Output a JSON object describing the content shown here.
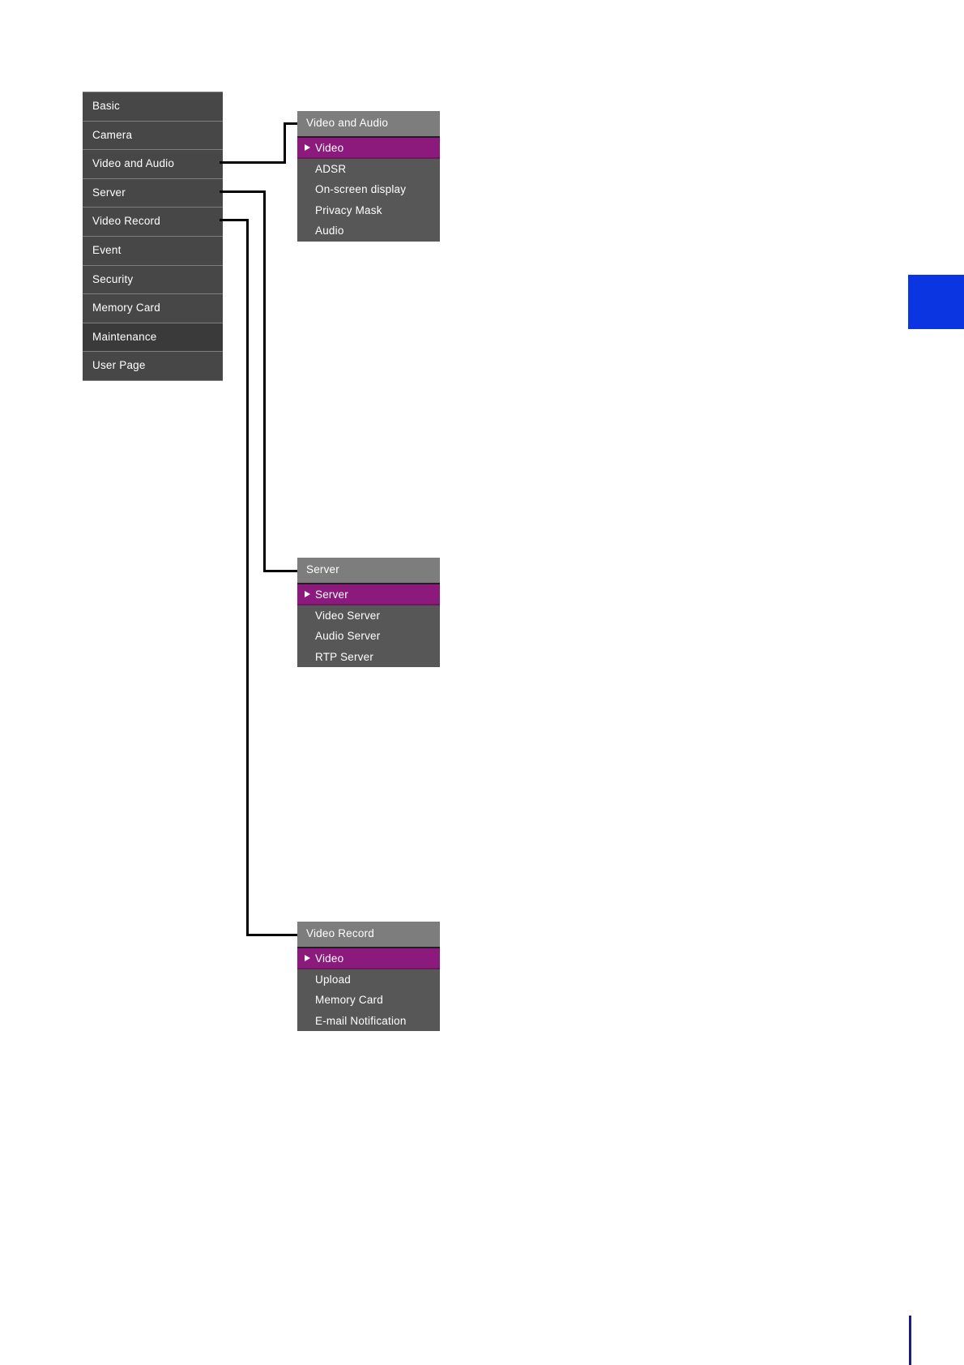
{
  "main_menu": {
    "items": [
      {
        "label": "Basic"
      },
      {
        "label": "Camera"
      },
      {
        "label": "Video and Audio"
      },
      {
        "label": "Server"
      },
      {
        "label": "Video Record"
      },
      {
        "label": "Event"
      },
      {
        "label": "Security"
      },
      {
        "label": "Memory Card"
      },
      {
        "label": "Maintenance"
      },
      {
        "label": "User Page"
      }
    ]
  },
  "panels": [
    {
      "title": "Video and Audio",
      "items": [
        {
          "label": "Video",
          "selected": true
        },
        {
          "label": "ADSR"
        },
        {
          "label": "On-screen display"
        },
        {
          "label": "Privacy Mask"
        },
        {
          "label": "Audio"
        }
      ]
    },
    {
      "title": "Server",
      "items": [
        {
          "label": "Server",
          "selected": true
        },
        {
          "label": "Video Server"
        },
        {
          "label": "Audio Server"
        },
        {
          "label": "RTP Server"
        }
      ]
    },
    {
      "title": "Video Record",
      "items": [
        {
          "label": "Video",
          "selected": true
        },
        {
          "label": "Upload"
        },
        {
          "label": "Memory Card"
        },
        {
          "label": "E-mail Notification"
        }
      ]
    }
  ],
  "colors": {
    "menu_row_bg": "#474747",
    "menu_row_darker_bg": "#3a3a3a",
    "menu_separator": "#7e7e7e",
    "panel_header_bg": "#7d7d7d",
    "panel_item_bg": "#575757",
    "selected_item_bg": "#8c1a7d",
    "connector_line": "#000000",
    "chapter_tab": "#0b35e1",
    "page_edge_rule": "#1a1c85",
    "text": "#ffffff"
  }
}
